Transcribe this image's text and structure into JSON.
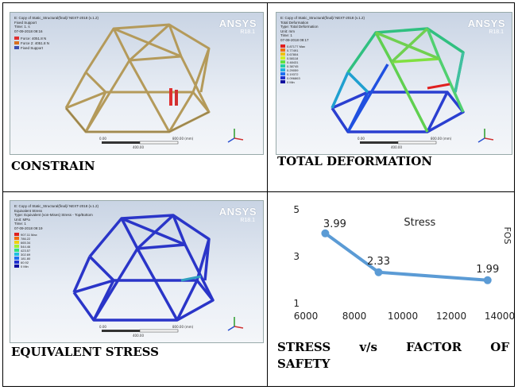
{
  "panels": {
    "top_left": {
      "caption": "CONSTRAIN",
      "logo": "ANSYS",
      "logo_version": "R18.1",
      "header_lines": [
        "E: Copy of Static_Structural(final)/ NEXT-2018 (v.1.2)",
        "Fixed Support",
        "Time: 1. s",
        "07-09-2018 09:16"
      ],
      "legend": [
        "Force: 4051.8 N",
        "Force 2: 4051.8 N",
        "Fixed Support"
      ],
      "scale_labels": [
        "0.00",
        "400.00",
        "800.00 (mm)"
      ],
      "accent_colors": [
        "#e03030",
        "#d97020",
        "#3c4fb0"
      ]
    },
    "top_right": {
      "caption": "TOTAL DEFORMATION",
      "logo": "ANSYS",
      "logo_version": "R18.1",
      "header_lines": [
        "E: Copy of Static_Structural(final)/ NEXT-2018 (v.1.2)",
        "Total Deformation",
        "Type: Total Deformation",
        "Unit: mm",
        "Time: 1",
        "07-09-2018 09:17"
      ],
      "legend_values": [
        "0.87177 Max",
        "0.77491",
        "0.67804",
        "0.58118",
        "0.48431",
        "0.38745",
        "0.29059",
        "0.19372",
        "0.096863",
        "0 Min"
      ],
      "scale_labels": [
        "0.00",
        "400.00",
        "800.00 (mm)"
      ]
    },
    "bottom_left": {
      "caption": "EQUIVALENT STRESS",
      "logo": "ANSYS",
      "logo_version": "R18.1",
      "header_lines": [
        "E: Copy of Static_Structural(final)/ NEXT-2018 (v.1.2)",
        "Equivalent Stress",
        "Type: Equivalent (von-Mises) Stress - Top/Bottom",
        "Unit: MPa",
        "Time: 1",
        "07-09-2018 09:19"
      ],
      "legend_values": [
        "907.11 Max",
        "786.22",
        "665.34",
        "544.46",
        "423.57",
        "302.69",
        "181.80",
        "60.92",
        "0 Min"
      ],
      "scale_labels": [
        "0.00",
        "400.00",
        "800.00 (mm)"
      ]
    },
    "bottom_right": {
      "caption_line1": "STRESS v/s FACTOR OF",
      "caption_line2": "SAFETY"
    }
  },
  "chart_data": {
    "type": "line",
    "title": "Stress",
    "xlabel": "",
    "ylabel": "FOS",
    "x": [
      6800,
      9000,
      13500
    ],
    "series": [
      {
        "values": [
          3.99,
          2.33,
          1.99
        ],
        "color": "#5b9bd5"
      }
    ],
    "data_labels": [
      "3.99",
      "2.33",
      "1.99"
    ],
    "xlim": [
      6000,
      14000
    ],
    "ylim": [
      1,
      5
    ],
    "x_ticks": [
      6000,
      8000,
      10000,
      12000,
      14000
    ],
    "y_ticks": [
      1,
      3,
      5
    ],
    "grid": false,
    "legend": "none"
  }
}
